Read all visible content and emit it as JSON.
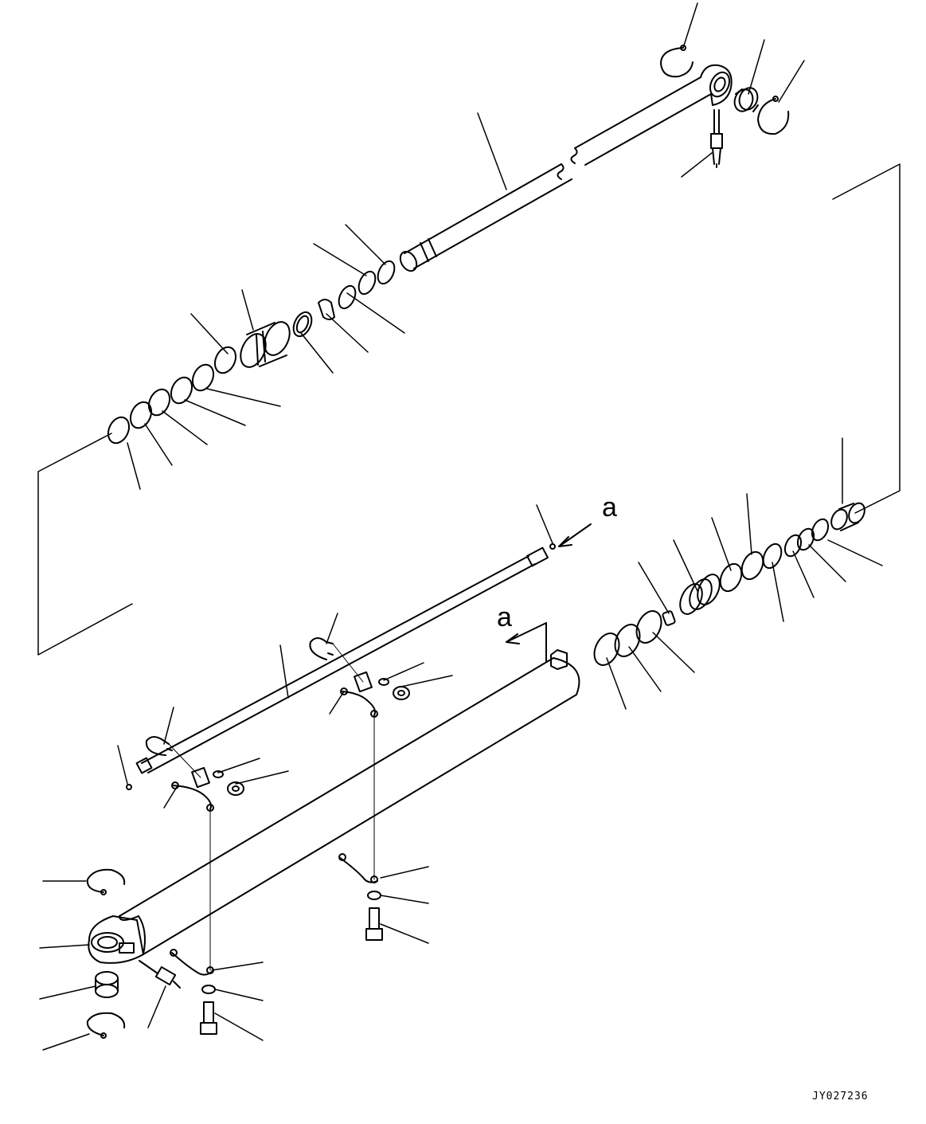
{
  "diagram": {
    "view_marker_top": "a",
    "view_marker_bottom": "a",
    "drawing_code": "JY027236"
  }
}
